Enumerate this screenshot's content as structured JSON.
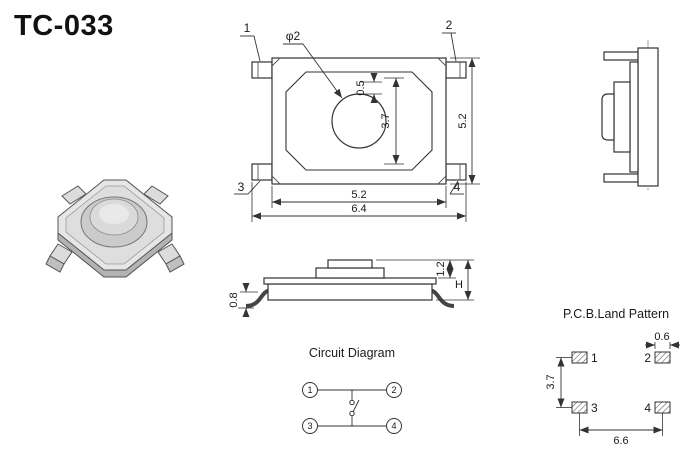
{
  "title": "TC-033",
  "top_view": {
    "pin1": "1",
    "pin2": "2",
    "pin3": "3",
    "pin4": "4",
    "dim_button_diameter": "φ2",
    "dim_inner_offset": "0.5",
    "dim_contact_pitch": "3.7",
    "dim_body_height": "5.2",
    "dim_body_width": "5.2",
    "dim_overall_width": "6.4"
  },
  "front_view": {
    "dim_actuator_height": "1.2",
    "dim_overall_height": "H",
    "dim_lead_height": "0.8"
  },
  "circuit_diagram": {
    "label": "Circuit Diagram",
    "pin1": "1",
    "pin2": "2",
    "pin3": "3",
    "pin4": "4"
  },
  "pcb_land_pattern": {
    "label": "P.C.B.Land Pattern",
    "pad1": "1",
    "pad2": "2",
    "pad3": "3",
    "pad4": "4",
    "dim_row_pitch": "3.7",
    "dim_col_pitch": "6.6",
    "dim_pad_width": "0.6"
  },
  "colors": {
    "line": "#333333",
    "text": "#1a1a1a",
    "background": "#ffffff"
  }
}
